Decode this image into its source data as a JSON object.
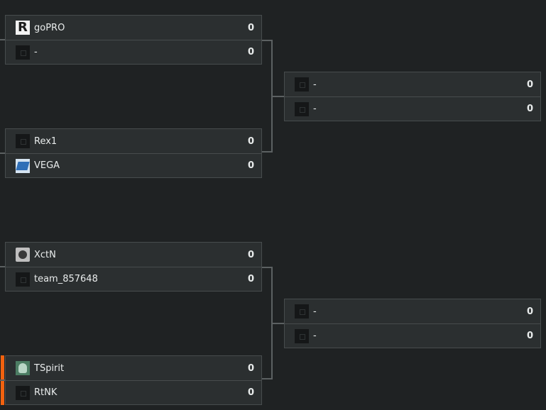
{
  "bracket": {
    "round1": [
      {
        "slots": [
          {
            "name": "goPRO",
            "score": "0",
            "logo": "gopro-logo"
          },
          {
            "name": "-",
            "score": "0",
            "logo": "placeholder"
          }
        ]
      },
      {
        "slots": [
          {
            "name": "Rex1",
            "score": "0",
            "logo": "placeholder"
          },
          {
            "name": "VEGA",
            "score": "0",
            "logo": "vega-logo"
          }
        ]
      },
      {
        "slots": [
          {
            "name": "XctN",
            "score": "0",
            "logo": "xctn-logo"
          },
          {
            "name": "team_857648",
            "score": "0",
            "logo": "placeholder"
          }
        ]
      },
      {
        "slots": [
          {
            "name": "TSpirit",
            "score": "0",
            "logo": "tspirit-logo"
          },
          {
            "name": "RtNK",
            "score": "0",
            "logo": "placeholder"
          }
        ],
        "highlight_color": "#f2620f"
      }
    ],
    "round2": [
      {
        "slots": [
          {
            "name": "-",
            "score": "0",
            "logo": "placeholder"
          },
          {
            "name": "-",
            "score": "0",
            "logo": "placeholder"
          }
        ]
      },
      {
        "slots": [
          {
            "name": "-",
            "score": "0",
            "logo": "placeholder"
          },
          {
            "name": "-",
            "score": "0",
            "logo": "placeholder"
          }
        ]
      }
    ]
  },
  "colors": {
    "background": "#1f2223",
    "card": "#2b2f30",
    "border": "#474c4d",
    "connector": "#5c6162",
    "accent": "#f2620f"
  }
}
